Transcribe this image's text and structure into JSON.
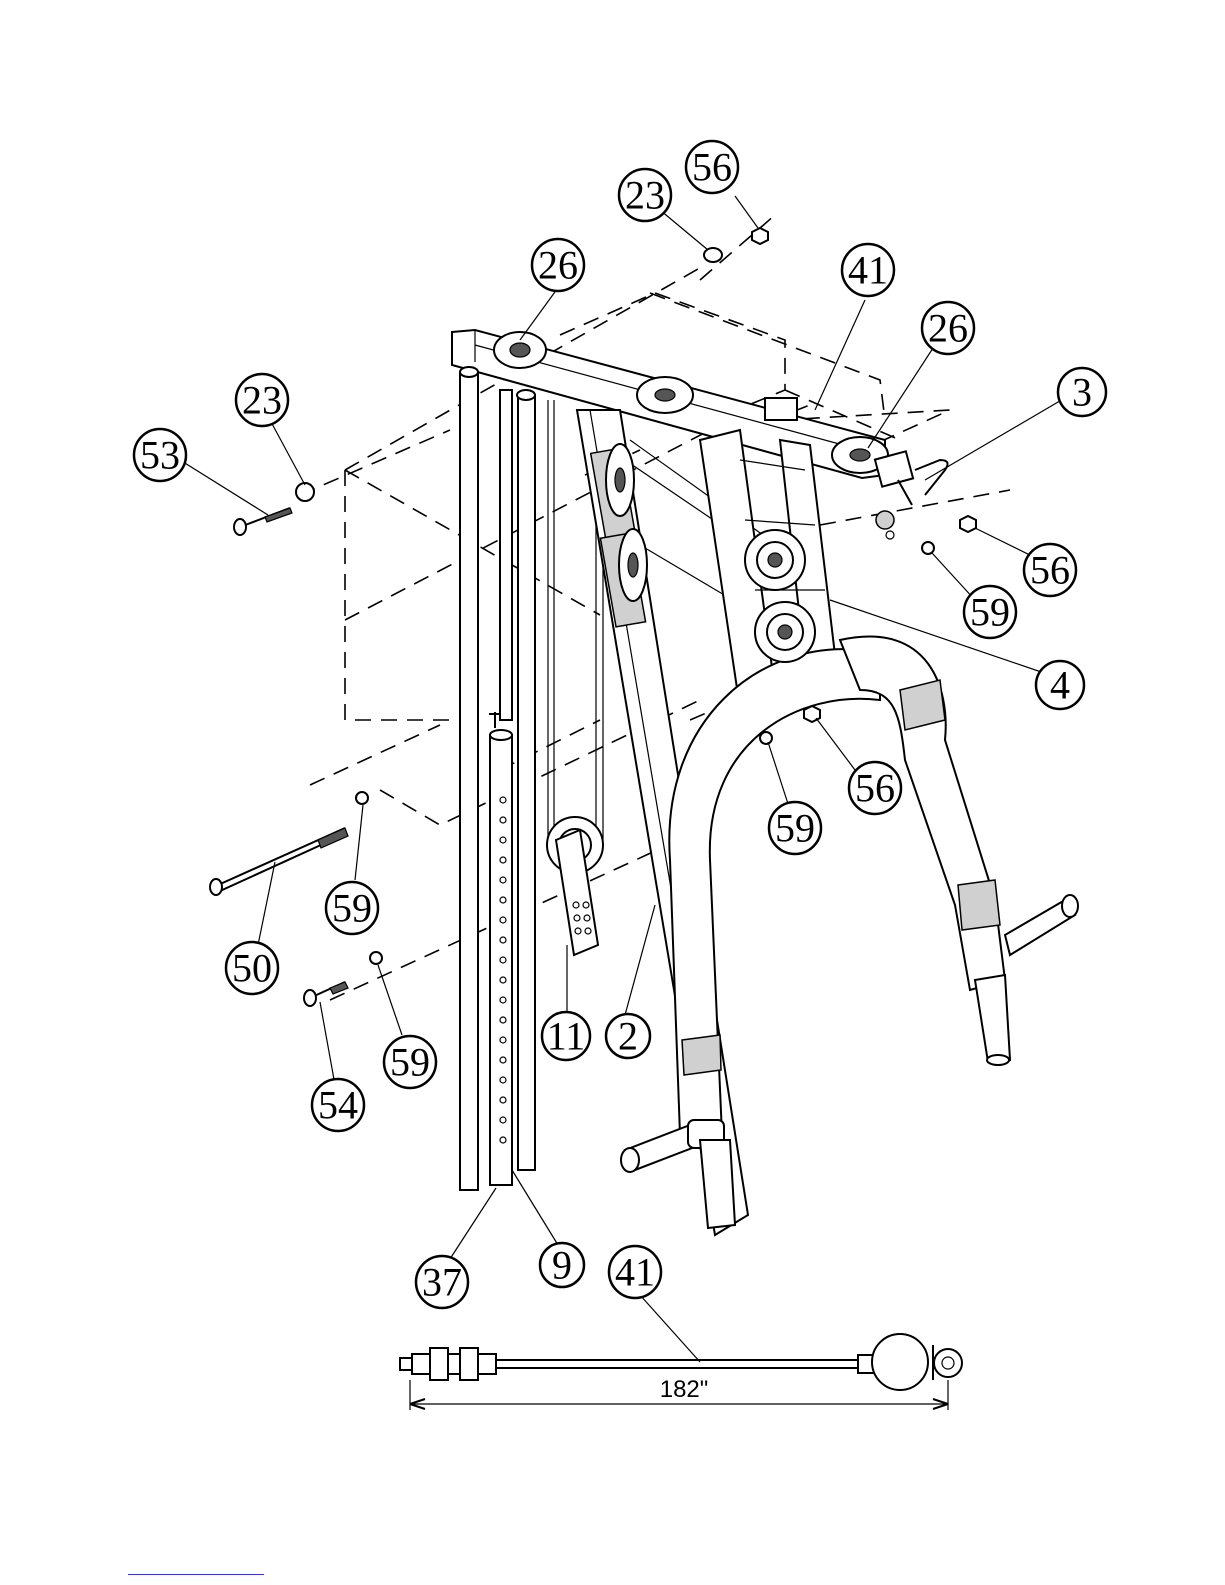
{
  "callouts": [
    {
      "id": "c56a",
      "label": "56"
    },
    {
      "id": "c23a",
      "label": "23"
    },
    {
      "id": "c26a",
      "label": "26"
    },
    {
      "id": "c41a",
      "label": "41"
    },
    {
      "id": "c26b",
      "label": "26"
    },
    {
      "id": "c3",
      "label": "3"
    },
    {
      "id": "c23b",
      "label": "23"
    },
    {
      "id": "c53",
      "label": "53"
    },
    {
      "id": "c56b",
      "label": "56"
    },
    {
      "id": "c59a",
      "label": "59"
    },
    {
      "id": "c4",
      "label": "4"
    },
    {
      "id": "c56c",
      "label": "56"
    },
    {
      "id": "c59b",
      "label": "59"
    },
    {
      "id": "c59c",
      "label": "59"
    },
    {
      "id": "c50",
      "label": "50"
    },
    {
      "id": "c59d",
      "label": "59"
    },
    {
      "id": "c54",
      "label": "54"
    },
    {
      "id": "c11",
      "label": "11"
    },
    {
      "id": "c2",
      "label": "2"
    },
    {
      "id": "c37",
      "label": "37"
    },
    {
      "id": "c9",
      "label": "9"
    },
    {
      "id": "c41b",
      "label": "41"
    }
  ],
  "cable_dimension": "182\""
}
